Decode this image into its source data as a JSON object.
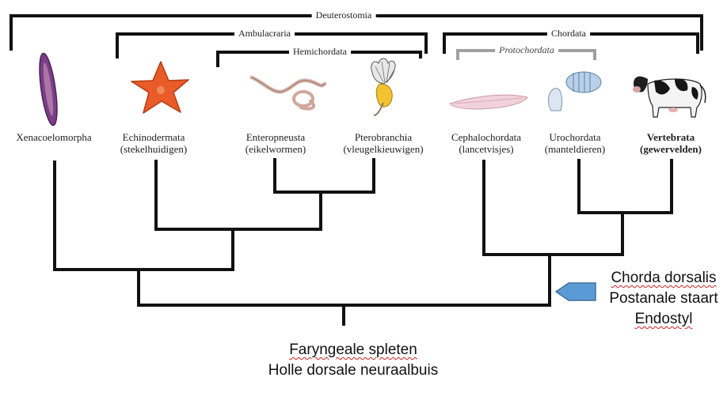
{
  "groups": {
    "deuterostomia": "Deuterostomia",
    "ambulacraria": "Ambulacraria",
    "hemichordata": "Hemichordata",
    "chordata": "Chordata",
    "protochordata": "Protochordata"
  },
  "taxa": [
    {
      "id": "xenacoelomorpha",
      "name": "Xenacoelomorpha",
      "common": ""
    },
    {
      "id": "echinodermata",
      "name": "Echinodermata",
      "common": "(stekelhuidigen)"
    },
    {
      "id": "enteropneusta",
      "name": "Enteropneusta",
      "common": "(eikelwormen)"
    },
    {
      "id": "pterobranchia",
      "name": "Pterobranchia",
      "common": "(vleugelkieuwigen)"
    },
    {
      "id": "cephalochordata",
      "name": "Cephalochordata",
      "common": "(lancetvisjes)"
    },
    {
      "id": "urochordata",
      "name": "Urochordata",
      "common": "(manteldieren)"
    },
    {
      "id": "vertebrata",
      "name": "Vertebrata",
      "common": "(gewervelden)"
    }
  ],
  "chordate_traits": [
    "Chorda dorsalis",
    "Postanale staart",
    "Endostyl"
  ],
  "deuterostome_traits": [
    "Faryngeale spleten",
    "Holle dorsale neuraalbuis"
  ],
  "colors": {
    "tree": "#111111",
    "protochordata_bracket": "#a0a0a0",
    "arrow_fill": "#5b9bd5",
    "arrow_stroke": "#41719c"
  }
}
